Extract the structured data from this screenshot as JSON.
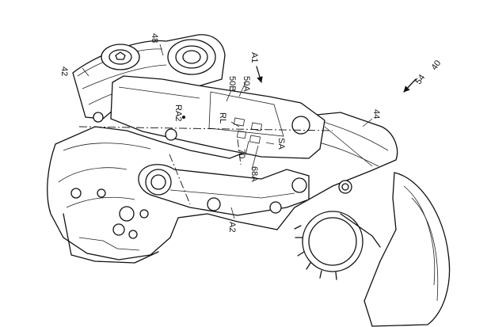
{
  "figure": {
    "labels": {
      "ref_40": "40",
      "ref_54": "54",
      "ref_42": "42",
      "ref_48": "48",
      "ref_A1": "A1",
      "ref_50A": "50A",
      "ref_50B": "50B",
      "ref_RA2": "RA2",
      "ref_RL": "RL",
      "ref_44": "44",
      "ref_SA": "SA",
      "ref_70": "70",
      "ref_68A": "68A",
      "ref_A2": "A2"
    }
  }
}
